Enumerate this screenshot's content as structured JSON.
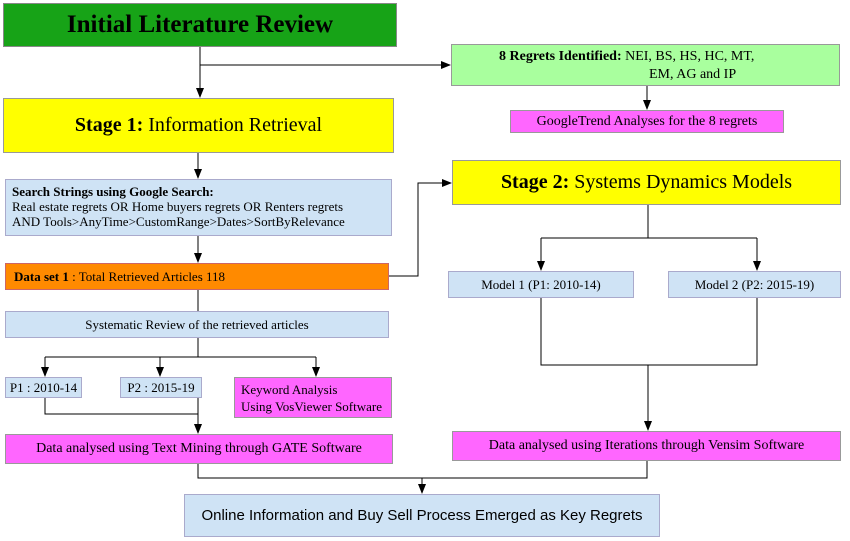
{
  "title": "Initial Literature Review",
  "regrets": {
    "label": "8 Regrets Identified:",
    "line1": "NEI, BS, HS, HC, MT,",
    "line2": "EM, AG and IP"
  },
  "googletrend": "GoogleTrend Analyses for the 8 regrets",
  "stage1": {
    "label": "Stage 1:",
    "text": "Information Retrieval"
  },
  "stage2": {
    "label": "Stage 2:",
    "text": "Systems Dynamics Models"
  },
  "search": {
    "heading": "Search Strings using Google Search:",
    "line1": "Real estate regrets OR Home buyers regrets OR Renters regrets",
    "line2": "AND Tools>AnyTime>CustomRange>Dates>SortByRelevance"
  },
  "dataset": {
    "label": "Data set 1",
    "text": ": Total Retrieved  Articles 118"
  },
  "systematic_review": "Systematic Review of the retrieved articles",
  "p1": "P1 : 2010-14",
  "p2": "P2 : 2015-19",
  "keyword": {
    "line1": "Keyword Analysis",
    "line2": "Using VosViewer Software"
  },
  "text_mining": "Data analysed using Text Mining through GATE Software",
  "model1": "Model 1 (P1: 2010-14)",
  "model2": "Model 2 (P2: 2015-19)",
  "vensim": "Data analysed using Iterations through Vensim Software",
  "final": "Online Information and Buy Sell Process Emerged as Key Regrets",
  "colors": {
    "title_green": "#17a317",
    "regrets_green": "#a9ff9e",
    "stage_yellow": "#ffff00",
    "light_blue": "#cfe3f5",
    "magenta": "#ff66ff",
    "orange": "#ff8a00"
  }
}
